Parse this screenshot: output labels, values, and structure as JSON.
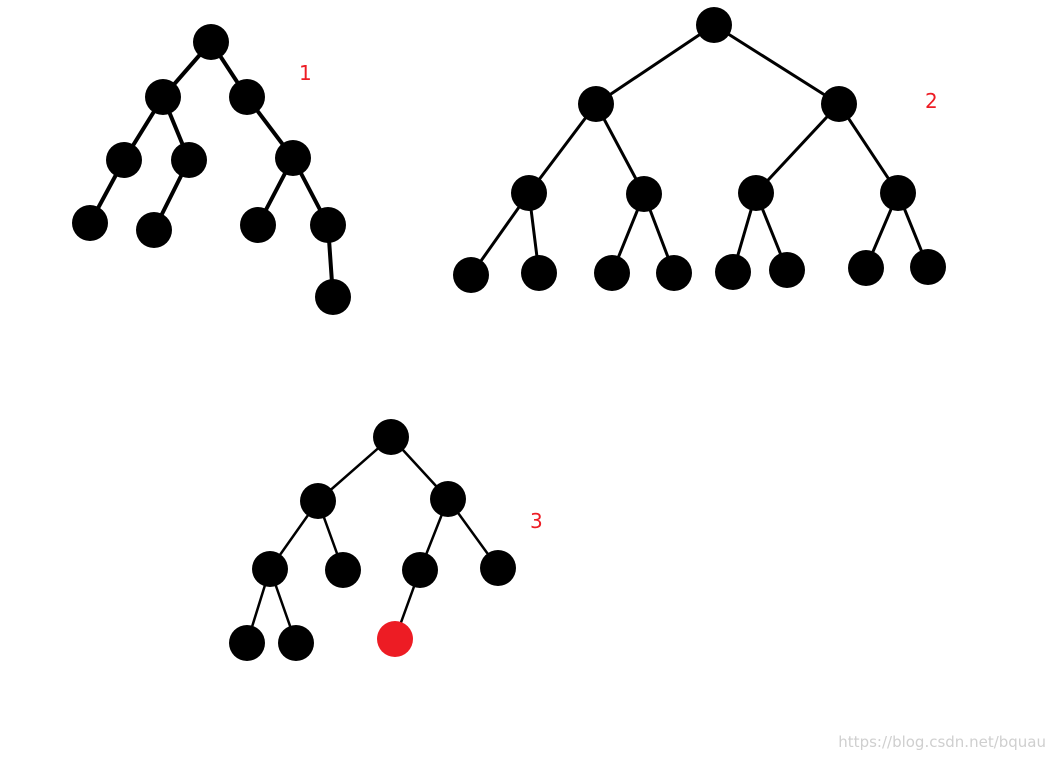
{
  "colors": {
    "node": "#000000",
    "edge": "#000000",
    "highlight_node": "#ed1c24",
    "label": "#ed1c24",
    "watermark": "#cfcfcf"
  },
  "trees": [
    {
      "label": "1",
      "edges": [
        [
          0,
          1
        ],
        [
          0,
          2
        ],
        [
          1,
          3
        ],
        [
          1,
          4
        ],
        [
          2,
          5
        ],
        [
          3,
          6
        ],
        [
          4,
          7
        ],
        [
          5,
          8
        ],
        [
          5,
          9
        ],
        [
          9,
          10
        ]
      ],
      "highlighted_nodes": []
    },
    {
      "label": "2",
      "edges": [
        [
          0,
          1
        ],
        [
          0,
          2
        ],
        [
          1,
          3
        ],
        [
          1,
          4
        ],
        [
          2,
          5
        ],
        [
          2,
          6
        ],
        [
          3,
          7
        ],
        [
          3,
          8
        ],
        [
          4,
          9
        ],
        [
          4,
          10
        ],
        [
          5,
          11
        ],
        [
          5,
          12
        ],
        [
          6,
          13
        ],
        [
          6,
          14
        ]
      ],
      "highlighted_nodes": []
    },
    {
      "label": "3",
      "edges": [
        [
          0,
          1
        ],
        [
          0,
          2
        ],
        [
          1,
          3
        ],
        [
          1,
          4
        ],
        [
          2,
          5
        ],
        [
          2,
          6
        ],
        [
          3,
          7
        ],
        [
          3,
          8
        ],
        [
          5,
          9
        ]
      ],
      "highlighted_nodes": [
        9
      ]
    }
  ],
  "watermark": "https://blog.csdn.net/bquau"
}
